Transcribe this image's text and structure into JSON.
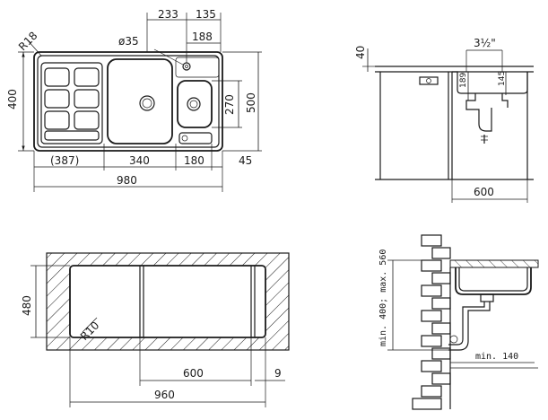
{
  "top_view": {
    "dims": {
      "d233": "233",
      "d135": "135",
      "d188": "188",
      "dia35": "ø35",
      "r18": "R18",
      "d400": "400",
      "d270": "270",
      "d500": "500",
      "d387": "(387)",
      "d340": "340",
      "d180": "180",
      "d45": "45",
      "d980": "980"
    }
  },
  "side_view_top": {
    "dims": {
      "d40": "40",
      "pipe": "3½\"",
      "d189": "189",
      "d145": "145",
      "d600": "600"
    }
  },
  "cutout_view": {
    "dims": {
      "d480": "480",
      "r10": "R10",
      "d600": "600",
      "d9": "9",
      "d960": "960"
    }
  },
  "side_view_bottom": {
    "labels": {
      "height_range": "min. 400; max. 560",
      "min140": "min. 140"
    }
  }
}
